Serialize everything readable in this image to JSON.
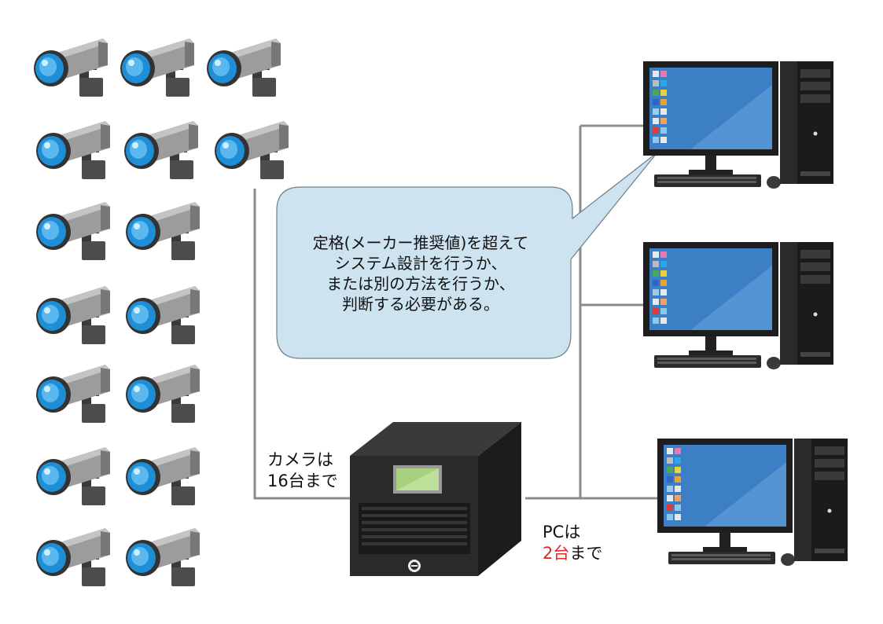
{
  "speech_bubble": {
    "lines": [
      "定格(メーカー推奨値)を超えて",
      "システム設計を行うか、",
      "または別の方法を行うか、",
      "判断する必要がある。"
    ]
  },
  "camera_label": {
    "line1": "カメラは",
    "line2": "16台まで"
  },
  "pc_label": {
    "line1": "PCは",
    "count": "2台",
    "suffix": "まで"
  },
  "colors": {
    "line": "#8c8c8c",
    "bubble_fill": "#cde3ef",
    "emphasis": "#e0262a",
    "monitor_screen": "#3d7fc4",
    "camera_lens": "#1e8fd6"
  },
  "icons": [
    "security-camera-icon",
    "recorder-box-icon",
    "desktop-pc-icon",
    "monitor-icon",
    "tower-icon",
    "keyboard-icon",
    "mouse-icon"
  ]
}
